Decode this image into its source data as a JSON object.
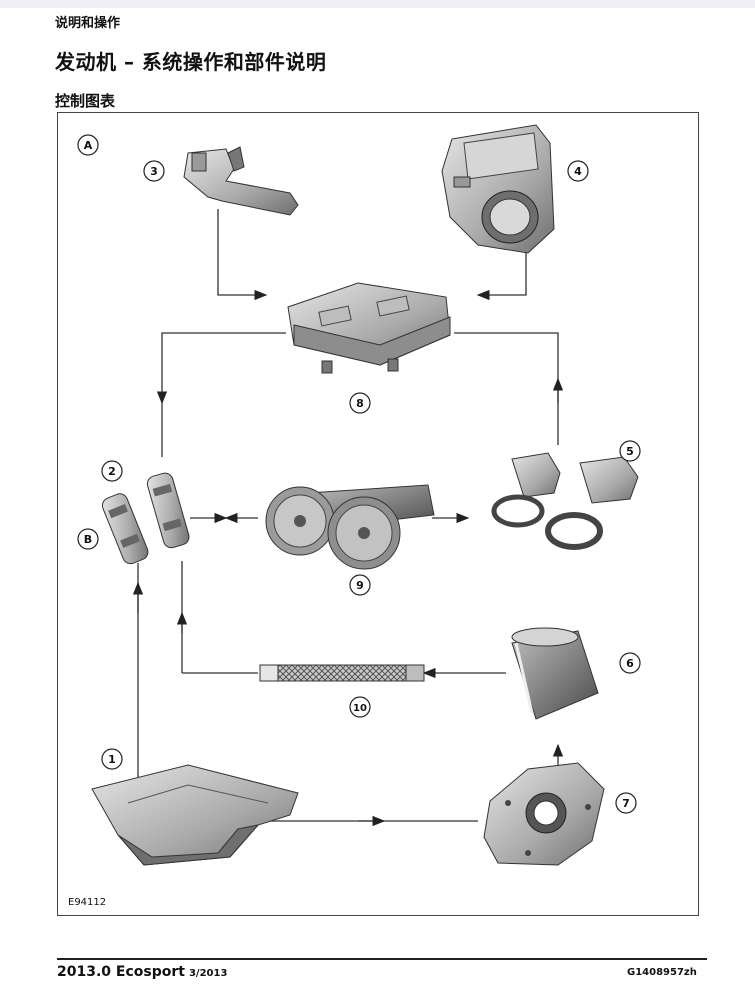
{
  "header": {
    "section_label": "说明和操作",
    "page_title": "发动机 – 系统操作和部件说明",
    "sub_title": "控制图表"
  },
  "diagram": {
    "figure_code": "E94112",
    "letters": [
      "A",
      "B"
    ],
    "callouts": [
      "1",
      "2",
      "3",
      "4",
      "5",
      "6",
      "7",
      "8",
      "9",
      "10"
    ]
  },
  "footer": {
    "model": "2013.0 Ecosport",
    "issue": "3/2013",
    "doc_code": "G1408957zh"
  }
}
